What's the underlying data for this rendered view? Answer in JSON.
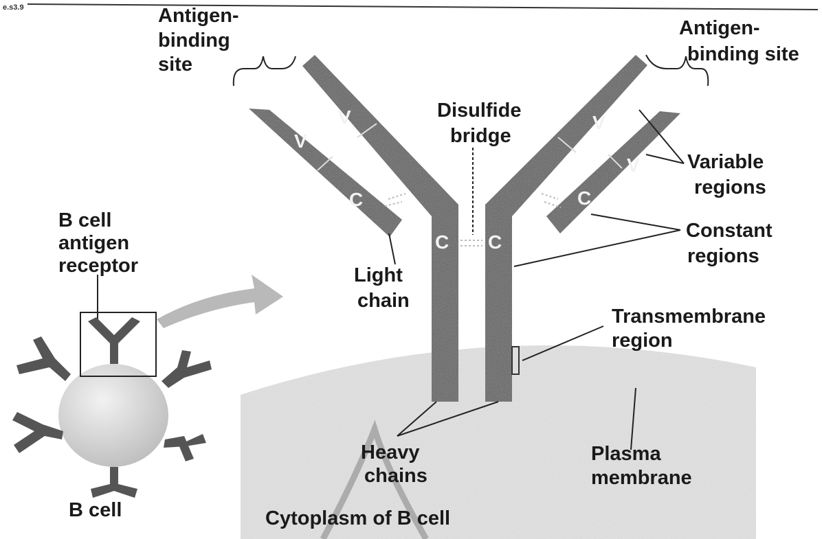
{
  "corner_mark": "e.s3.9",
  "labels": {
    "antigen_binding_left": [
      "Antigen-",
      "binding",
      "site"
    ],
    "antigen_binding_right": [
      "Antigen-",
      "binding site"
    ],
    "disulfide": [
      "Disulfide",
      "bridge"
    ],
    "variable": [
      "Variable",
      "regions"
    ],
    "constant": [
      "Constant",
      "regions"
    ],
    "light_chain": [
      "Light",
      "chain"
    ],
    "b_cell_receptor": [
      "B cell",
      "antigen",
      "receptor"
    ],
    "transmembrane": [
      "Transmembrane",
      "region"
    ],
    "heavy_chains": [
      "Heavy",
      "chains"
    ],
    "plasma_membrane": [
      "Plasma",
      "membrane"
    ],
    "b_cell": "B cell",
    "cytoplasm": "Cytoplasm of B cell"
  },
  "segments": {
    "variable": "V",
    "constant": "C"
  },
  "colors": {
    "chain": "#5f5f5f",
    "chain_dark": "#3e3e3e",
    "membrane": "#e6e6e6",
    "cell": "#dcdcdc",
    "arrow": "#b9b9b9"
  }
}
